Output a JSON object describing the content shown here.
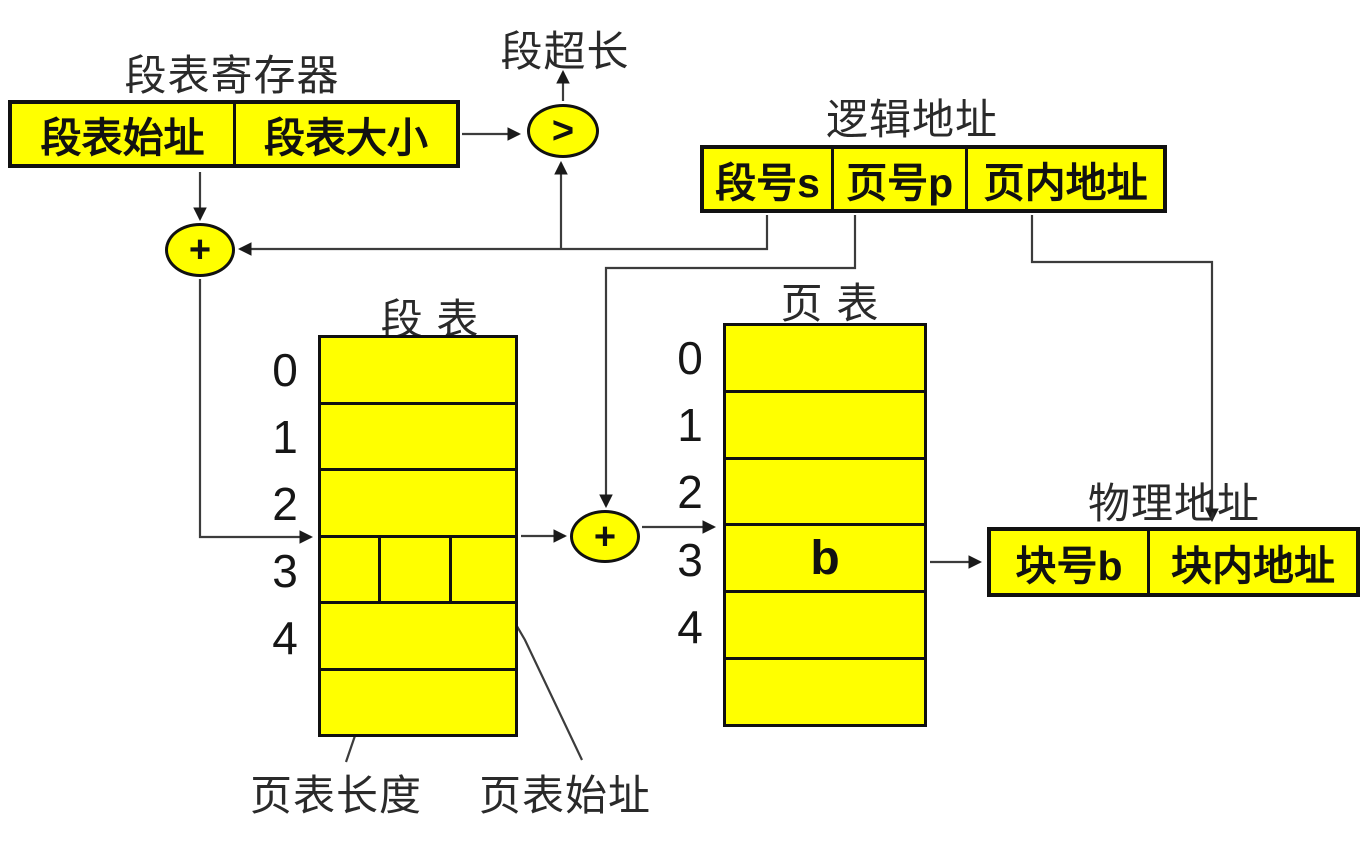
{
  "segment_table_register": {
    "title": "段表寄存器",
    "fields": [
      "段表始址",
      "段表大小"
    ]
  },
  "segment_overflow": {
    "label": "段超长",
    "comparator_symbol": ">"
  },
  "adder_symbol": "+",
  "logical_address": {
    "title": "逻辑地址",
    "fields": [
      "段号s",
      "页号p",
      "页内地址"
    ]
  },
  "segment_table": {
    "title": "段 表",
    "row_labels": [
      "0",
      "1",
      "2",
      "3",
      "4"
    ],
    "annotations": {
      "page_table_length": "页表长度",
      "page_table_start": "页表始址"
    }
  },
  "page_table": {
    "title": "页 表",
    "row_labels": [
      "0",
      "1",
      "2",
      "3",
      "4"
    ],
    "block_entry": "b"
  },
  "physical_address": {
    "title": "物理地址",
    "fields": [
      "块号b",
      "块内地址"
    ]
  },
  "colors": {
    "box_fill": "#ffff00",
    "box_border": "#111111",
    "wire": "#3c3c3c",
    "arrowhead": "#1a1a1a"
  }
}
